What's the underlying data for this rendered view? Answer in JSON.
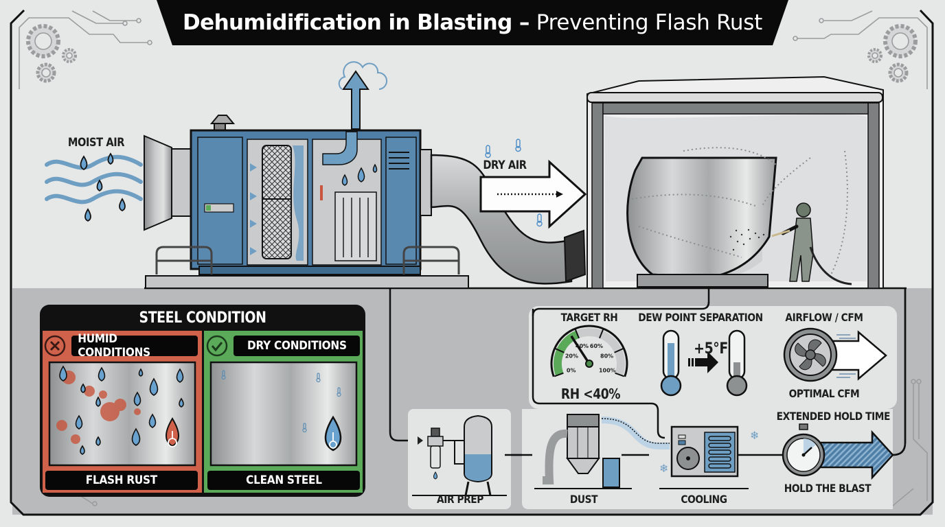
{
  "title": {
    "bold": "Dehumidification in Blasting –",
    "light": "Preventing Flash Rust"
  },
  "top_scene": {
    "moist_air_label": "MOIST AIR",
    "dry_air_label": "DRY AIR"
  },
  "steel_condition": {
    "heading": "STEEL CONDITION",
    "humid": {
      "status_icon": "x-circle-icon",
      "label": "HUMID CONDITIONS",
      "result": "FLASH RUST",
      "color": "#d0614a"
    },
    "dry": {
      "status_icon": "check-circle-icon",
      "label": "DRY CONDITIONS",
      "result": "CLEAN STEEL",
      "color": "#5aaa5a"
    }
  },
  "metrics": {
    "target_rh": {
      "heading": "TARGET RH",
      "ticks": [
        "0%",
        "20%",
        "40%",
        "60%",
        "80%",
        "100%"
      ],
      "needle_percent": 35,
      "green_zone_max_percent": 40,
      "readout": "RH <40%"
    },
    "dew_point": {
      "heading": "DEW POINT SEPARATION",
      "delta": "+5°F"
    },
    "airflow": {
      "heading": "AIRFLOW / CFM",
      "caption": "OPTIMAL CFM"
    },
    "hold_time": {
      "heading": "EXTENDED HOLD TIME",
      "caption": "HOLD THE BLAST"
    }
  },
  "process_steps": [
    {
      "label": "AIR PREP",
      "icon": "air-filter-tank-icon"
    },
    {
      "label": "DUST",
      "icon": "dust-collector-icon"
    },
    {
      "label": "COOLING",
      "icon": "chiller-unit-icon"
    }
  ],
  "colors": {
    "accent_blue": "#5b8db5",
    "unit_blue": "#4f7ea6",
    "rust": "#d0614a",
    "green": "#5aaa5a",
    "background": "#e6e7e7",
    "lower_band": "#b8babb"
  }
}
